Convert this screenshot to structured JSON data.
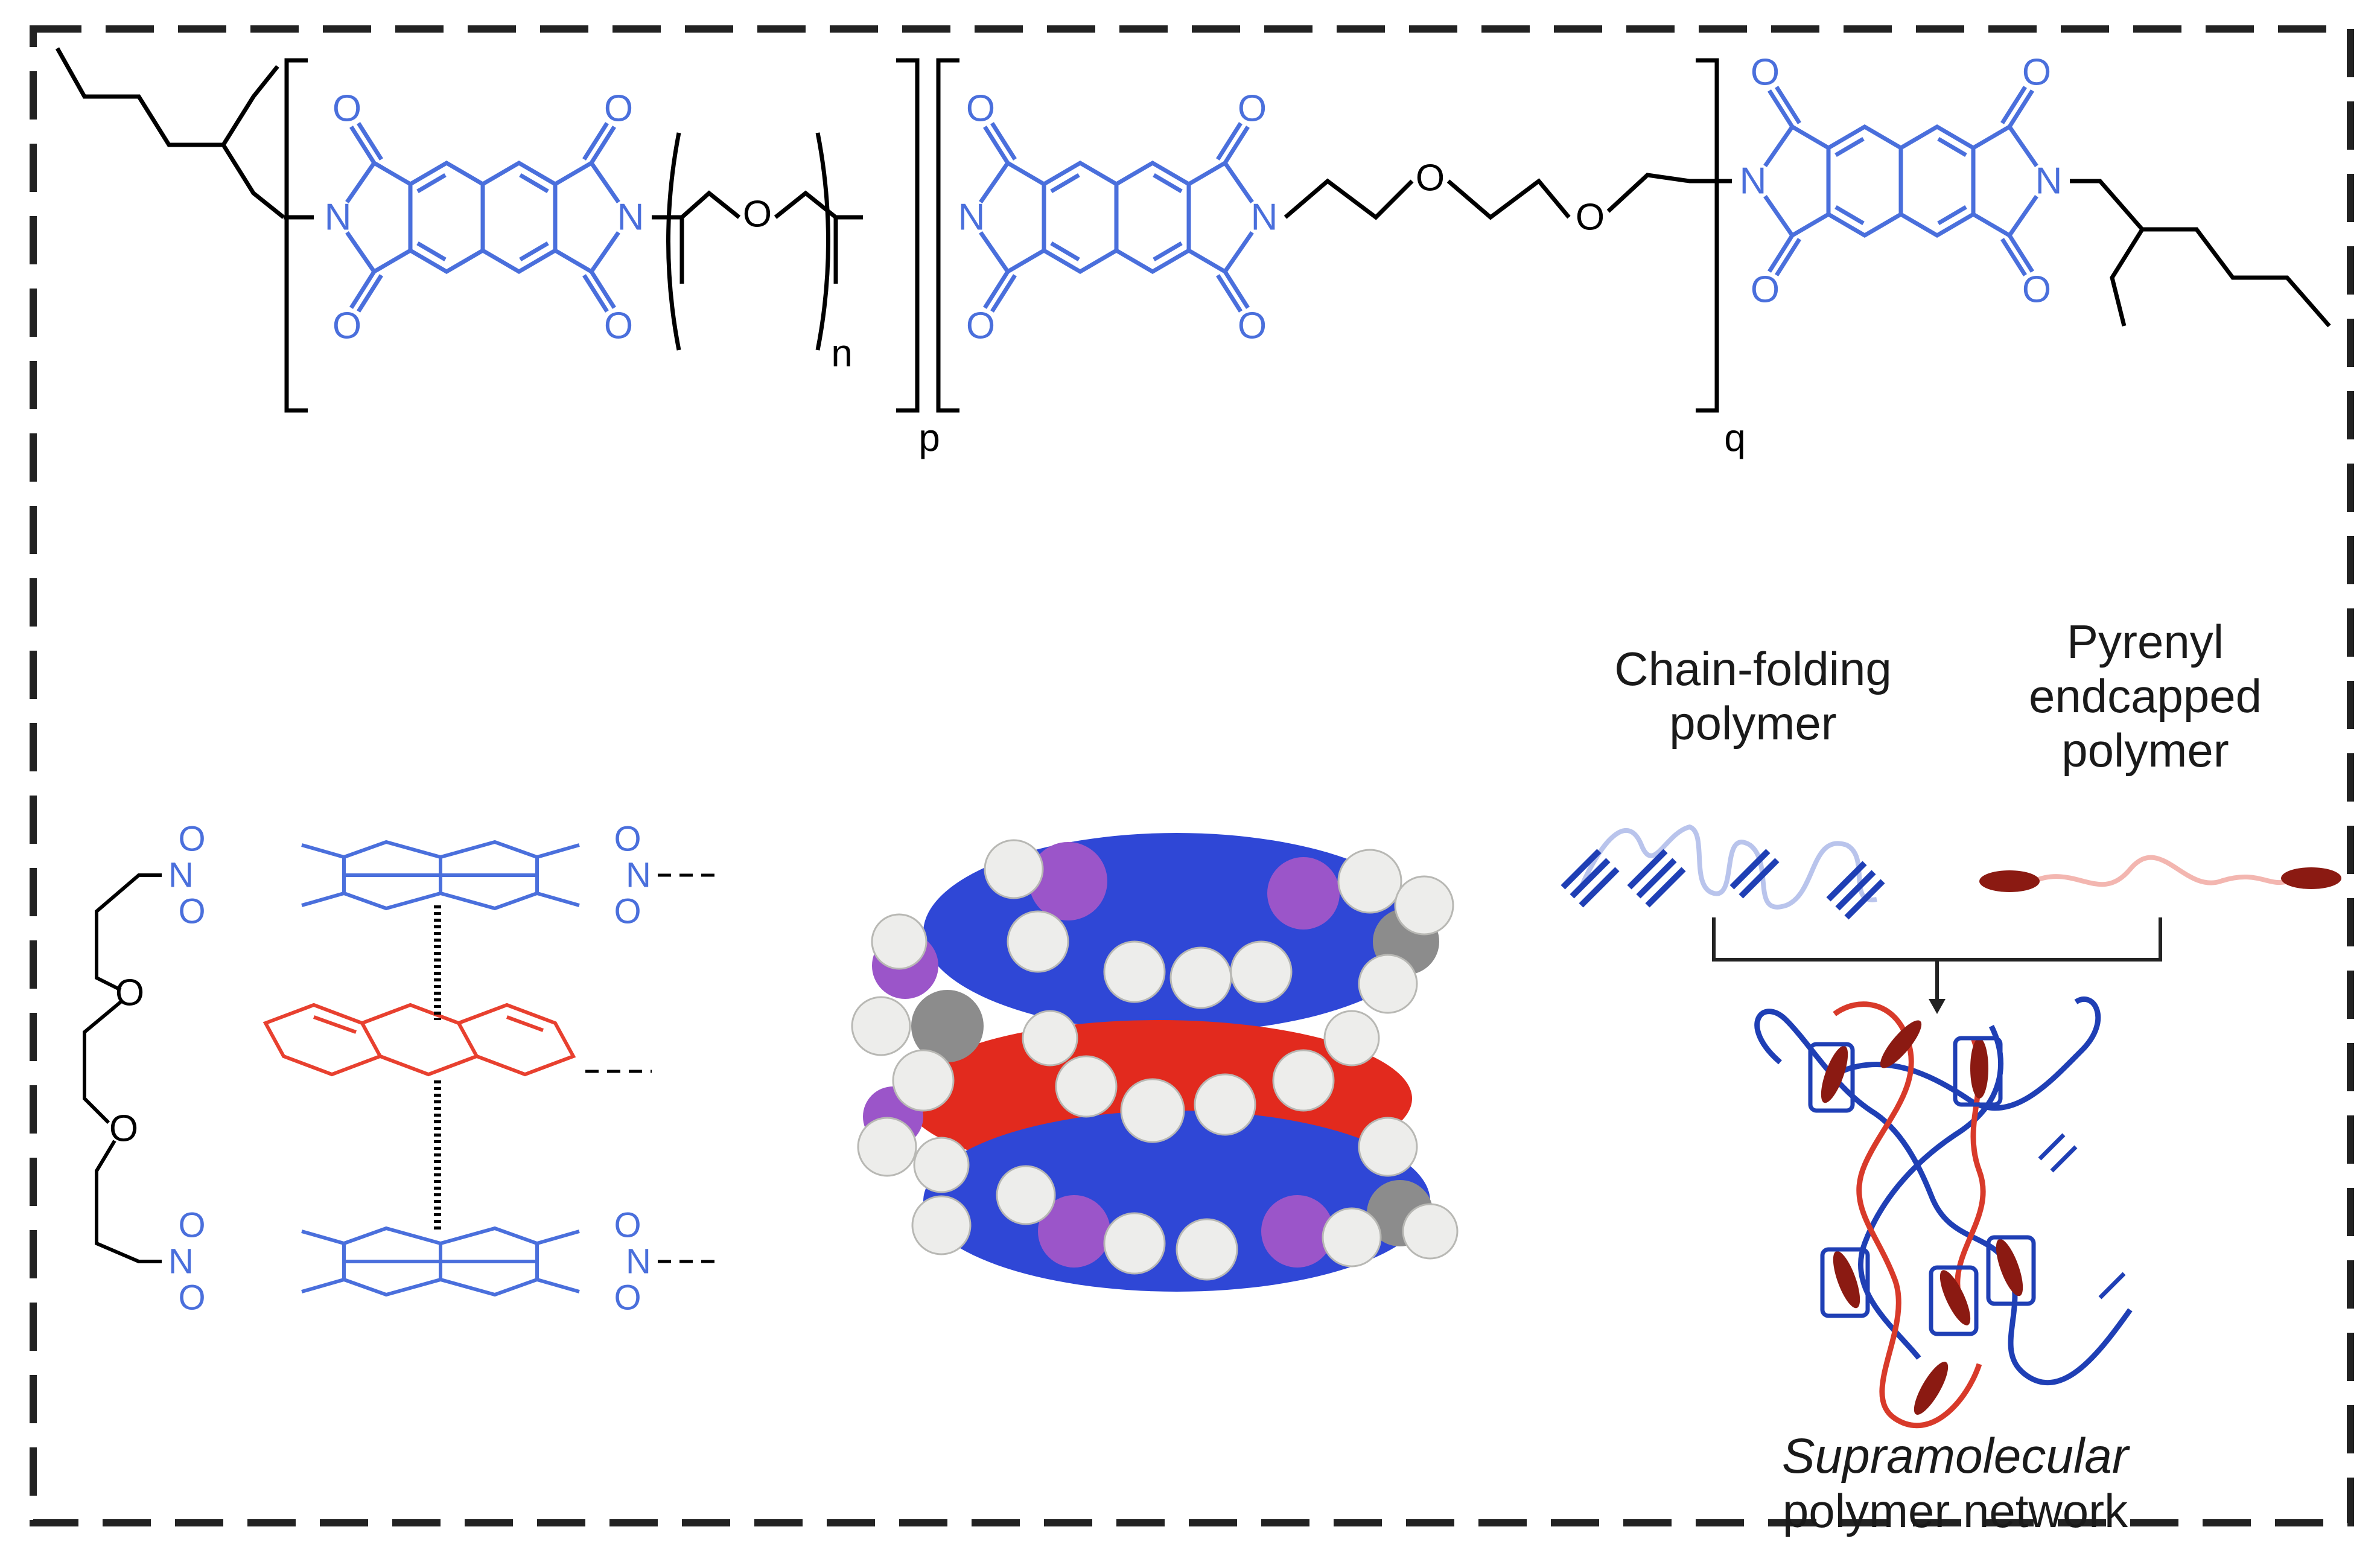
{
  "colors": {
    "ndi_blue": "#4a6fdc",
    "pyrene_red": "#e8402f",
    "network_blue": "#1f3fb5",
    "network_red": "#d83a2a",
    "pyrenyl_cap": "#8b1a12",
    "frame": "#222222"
  },
  "structure": {
    "atoms": {
      "oxygen": "O",
      "nitrogen": "N"
    },
    "subscripts": {
      "n": "n",
      "p": "p",
      "q": "q"
    }
  },
  "stack_model": {
    "atoms": {
      "oxygen": "O",
      "nitrogen": "N"
    }
  },
  "labels": {
    "chain_folding_1": "Chain-folding",
    "chain_folding_2": "polymer",
    "pyrenyl_1": "Pyrenyl",
    "pyrenyl_2": "endcapped",
    "pyrenyl_3": "polymer",
    "network_1": "Supramolecular",
    "network_2": "polymer network"
  }
}
